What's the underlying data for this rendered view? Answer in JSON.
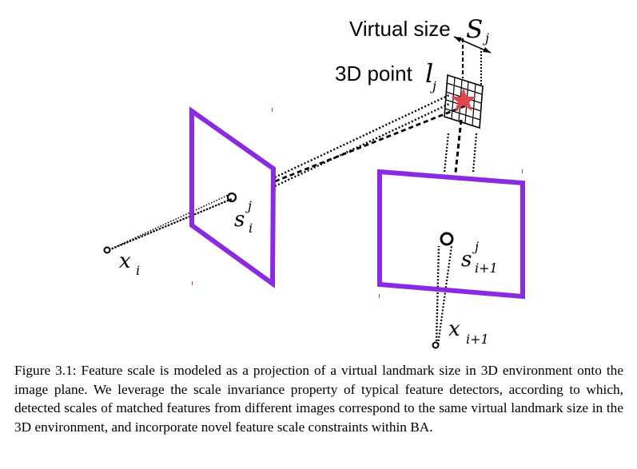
{
  "diagram": {
    "labels": {
      "virtual_size": "Virtual size",
      "virtual_size_symbol": "S",
      "virtual_size_sub": "j",
      "point_label": "3D point",
      "point_symbol": "l",
      "point_sub": "j",
      "left_scale_symbol": "s",
      "left_scale_sup": "j",
      "left_scale_sub": "i",
      "left_cam_symbol": "x",
      "left_cam_sub": "i",
      "right_scale_symbol": "s",
      "right_scale_sup": "j",
      "right_scale_sub": "i+1",
      "right_cam_symbol": "x",
      "right_cam_sub": "i+1"
    },
    "colors": {
      "image_plane": "#8a2be2",
      "landmark_star": "#e0474c",
      "rays": "#000000"
    }
  },
  "caption": "Figure 3.1: Feature scale is modeled as a projection of a virtual landmark size in 3D environment onto the image plane. We leverage the scale invariance property of typical feature detectors, according to which, detected scales of matched features from different images correspond to the same virtual landmark size in the 3D environment, and incorporate novel feature scale constraints within BA."
}
